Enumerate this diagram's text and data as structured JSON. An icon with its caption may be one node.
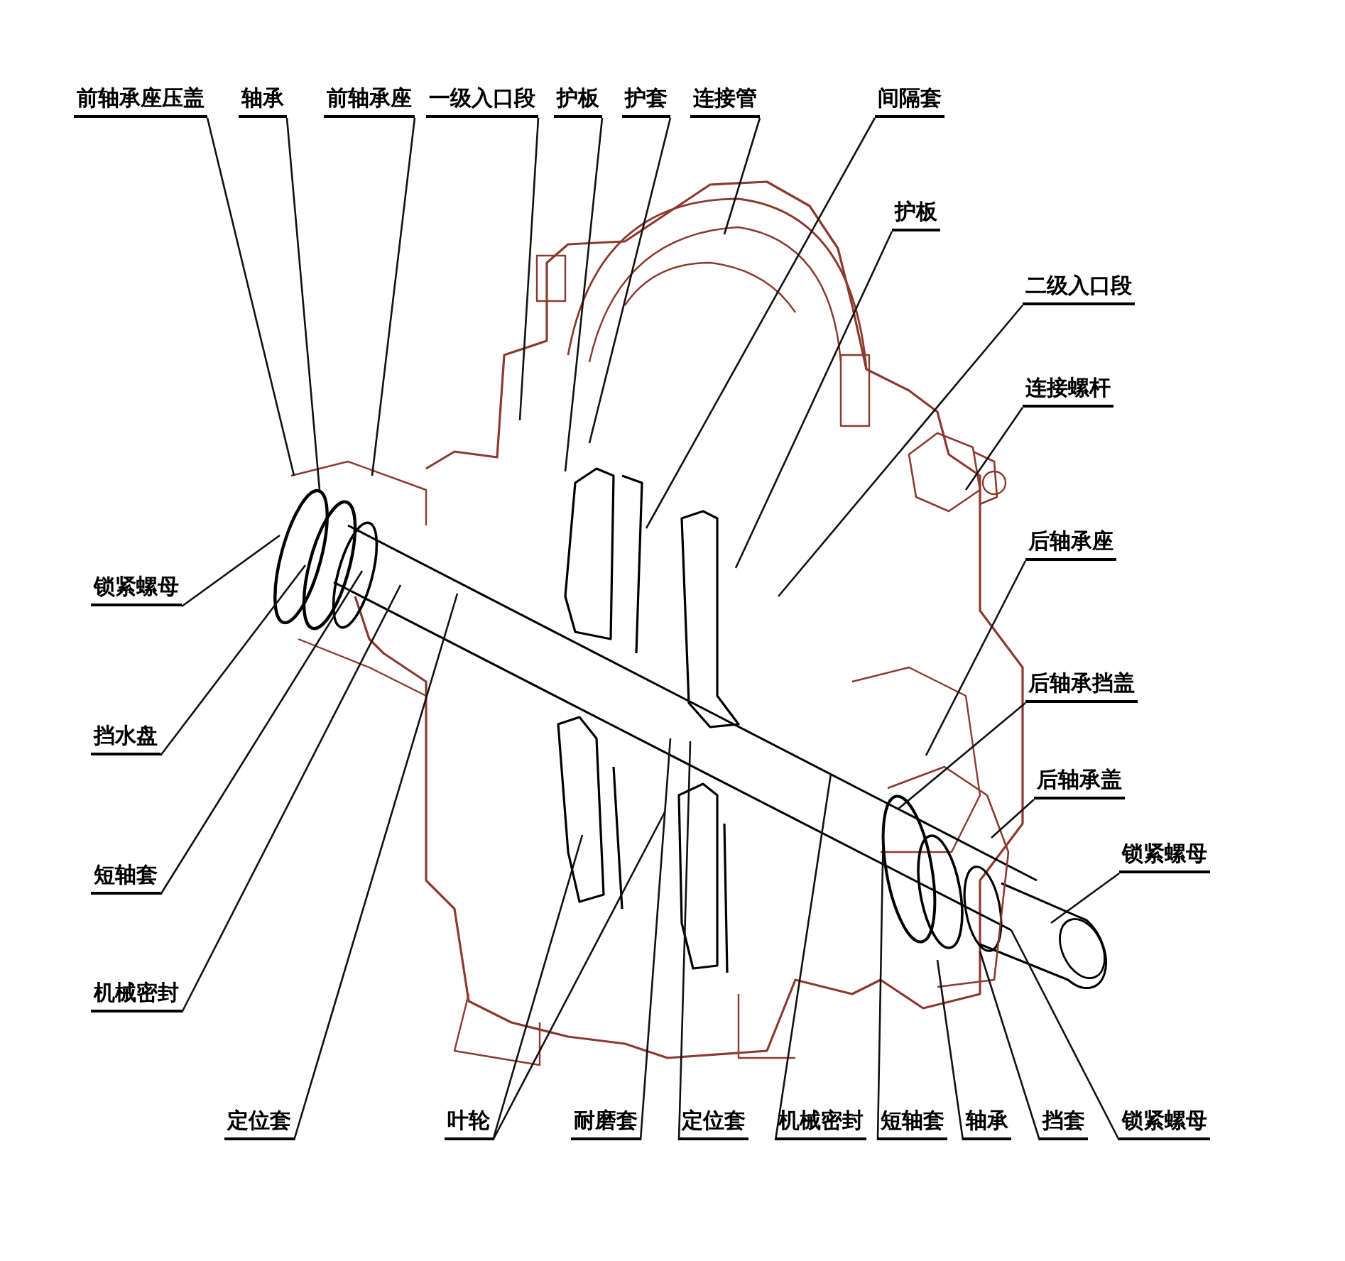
{
  "diagram": {
    "nodes": [
      {
        "text": [
          "前轴承座压盖"
        ]
      },
      {
        "text": [
          "轴承"
        ]
      },
      {
        "text": [
          "前轴承座"
        ]
      },
      {
        "text": [
          "一级入口段"
        ]
      },
      {
        "text": [
          "护板"
        ]
      },
      {
        "text": [
          "护套"
        ]
      },
      {
        "text": [
          "连接管"
        ]
      },
      {
        "text": [
          "间隔套"
        ]
      },
      {
        "text": [
          "护板"
        ]
      },
      {
        "text": [
          "二级入口段"
        ]
      },
      {
        "text": [
          "连接螺杆"
        ]
      },
      {
        "text": [
          "后轴承座"
        ]
      },
      {
        "text": [
          "后轴承挡盖"
        ]
      },
      {
        "text": [
          "后轴承盖"
        ]
      },
      {
        "text": [
          "锁紧螺母"
        ]
      },
      {
        "text": [
          "锁紧螺母"
        ]
      },
      {
        "text": [
          "挡水盘"
        ]
      },
      {
        "text": [
          "短轴套"
        ]
      },
      {
        "text": [
          "机械密封"
        ]
      },
      {
        "text": [
          "定位套"
        ]
      },
      {
        "text": [
          "叶轮"
        ]
      },
      {
        "text": [
          "耐磨套"
        ]
      },
      {
        "text": [
          "定位套"
        ]
      },
      {
        "text": [
          "机械密封"
        ]
      },
      {
        "text": [
          "短轴套"
        ]
      },
      {
        "text": [
          "轴承"
        ]
      },
      {
        "text": [
          "挡套"
        ]
      },
      {
        "text": [
          "锁紧螺母"
        ]
      }
    ],
    "edges": [
      {
        "from": 0,
        "to": null,
        "arrow": "none"
      },
      {
        "from": 1,
        "to": null,
        "arrow": "none"
      },
      {
        "from": 2,
        "to": null,
        "arrow": "none"
      },
      {
        "from": 3,
        "to": null,
        "arrow": "none"
      },
      {
        "from": 4,
        "to": null,
        "arrow": "none"
      },
      {
        "from": 5,
        "to": null,
        "arrow": "none"
      },
      {
        "from": 6,
        "to": null,
        "arrow": "none"
      },
      {
        "from": 7,
        "to": null,
        "arrow": "none"
      },
      {
        "from": 8,
        "to": null,
        "arrow": "none"
      },
      {
        "from": 9,
        "to": null,
        "arrow": "none"
      },
      {
        "from": 10,
        "to": null,
        "arrow": "none"
      },
      {
        "from": 11,
        "to": null,
        "arrow": "none"
      },
      {
        "from": 12,
        "to": null,
        "arrow": "none"
      },
      {
        "from": 13,
        "to": null,
        "arrow": "none"
      },
      {
        "from": 14,
        "to": null,
        "arrow": "none"
      },
      {
        "from": 15,
        "to": null,
        "arrow": "none"
      },
      {
        "from": 16,
        "to": null,
        "arrow": "none"
      },
      {
        "from": 17,
        "to": null,
        "arrow": "none"
      },
      {
        "from": 18,
        "to": null,
        "arrow": "none"
      },
      {
        "from": 19,
        "to": null,
        "arrow": "none"
      },
      {
        "from": 20,
        "to": null,
        "arrow": "none"
      },
      {
        "from": 20,
        "to": null,
        "arrow": "none"
      },
      {
        "from": 21,
        "to": null,
        "arrow": "none"
      },
      {
        "from": 22,
        "to": null,
        "arrow": "none"
      },
      {
        "from": 23,
        "to": null,
        "arrow": "none"
      },
      {
        "from": 24,
        "to": null,
        "arrow": "none"
      },
      {
        "from": 25,
        "to": null,
        "arrow": "none"
      },
      {
        "from": 26,
        "to": null,
        "arrow": "none"
      },
      {
        "from": 27,
        "to": null,
        "arrow": "none"
      }
    ]
  }
}
